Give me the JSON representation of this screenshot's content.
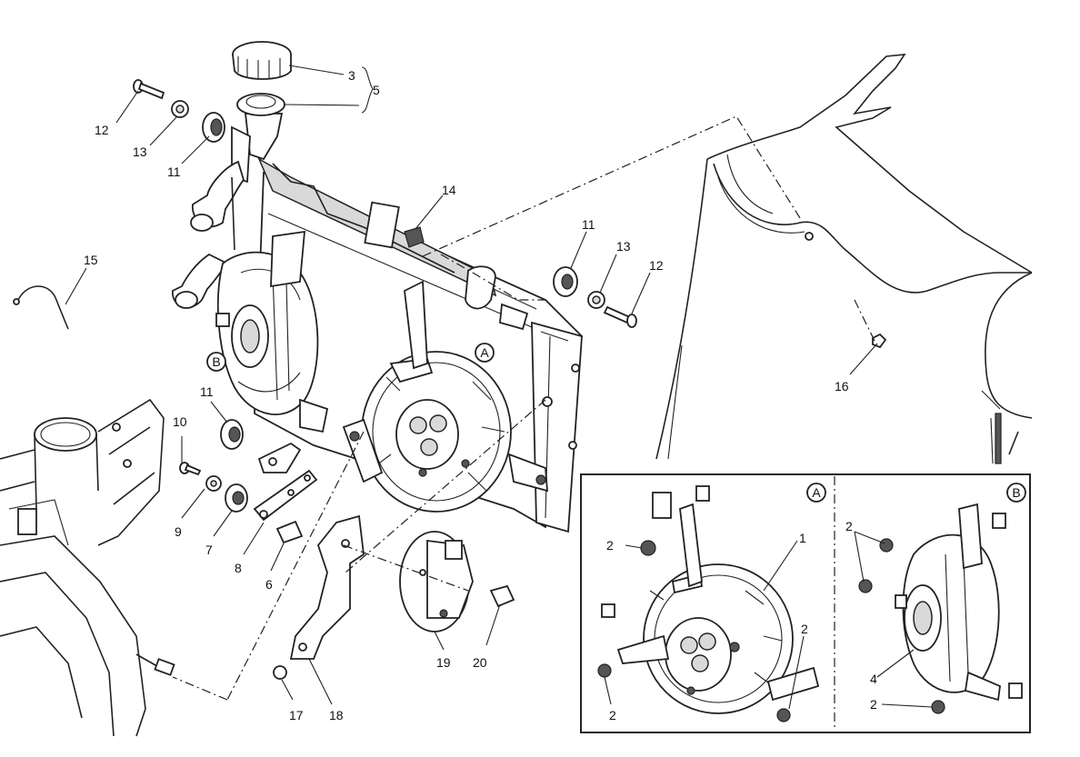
{
  "callouts": [
    {
      "id": "c3",
      "text": "3"
    },
    {
      "id": "c5",
      "text": "5"
    },
    {
      "id": "c12a",
      "text": "12"
    },
    {
      "id": "c13a",
      "text": "13"
    },
    {
      "id": "c11a",
      "text": "11"
    },
    {
      "id": "c14",
      "text": "14"
    },
    {
      "id": "c15",
      "text": "15"
    },
    {
      "id": "c11b",
      "text": "11"
    },
    {
      "id": "c13b",
      "text": "13"
    },
    {
      "id": "c12b",
      "text": "12"
    },
    {
      "id": "c16",
      "text": "16"
    },
    {
      "id": "c11c",
      "text": "11"
    },
    {
      "id": "c10",
      "text": "10"
    },
    {
      "id": "c9",
      "text": "9"
    },
    {
      "id": "c7",
      "text": "7"
    },
    {
      "id": "c8",
      "text": "8"
    },
    {
      "id": "c6",
      "text": "6"
    },
    {
      "id": "c17",
      "text": "17"
    },
    {
      "id": "c18",
      "text": "18"
    },
    {
      "id": "c19",
      "text": "19"
    },
    {
      "id": "c20",
      "text": "20"
    }
  ],
  "view_markers": {
    "a": "A",
    "b": "B"
  },
  "inset_a": {
    "marker": "A",
    "labels": [
      "2",
      "1",
      "2",
      "2"
    ]
  },
  "inset_b": {
    "marker": "B",
    "labels": [
      "2",
      "4",
      "2"
    ]
  }
}
